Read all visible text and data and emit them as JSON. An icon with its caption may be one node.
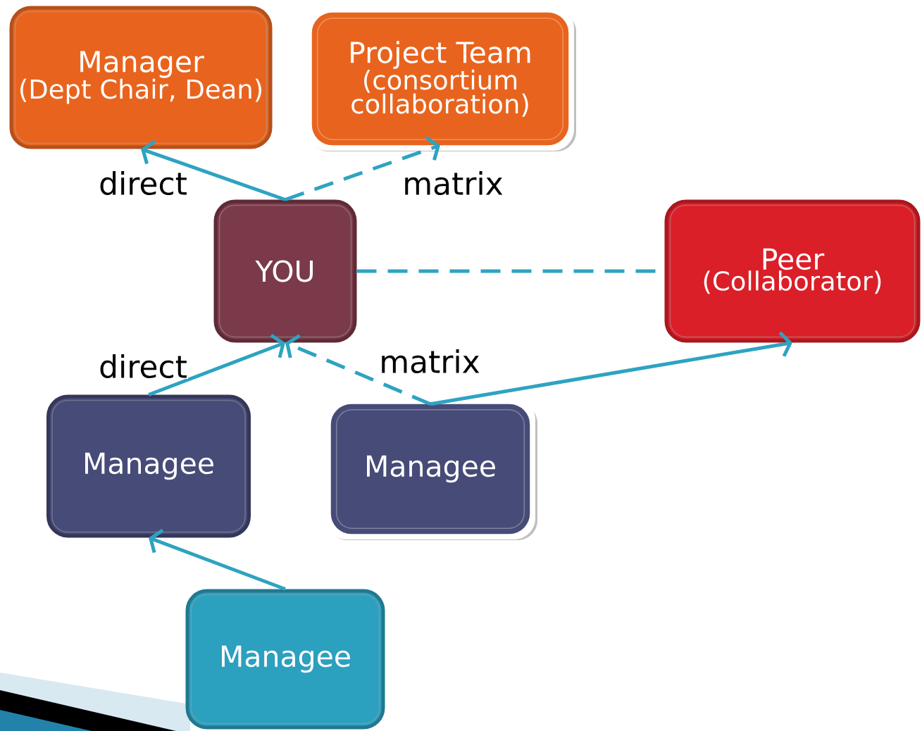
{
  "diagram": {
    "nodes": [
      {
        "text": [
          "Manager",
          "(Dept Chair, Dean)"
        ]
      },
      {
        "text": [
          "Project Team",
          "(consortium collaboration)"
        ]
      },
      {
        "text": [
          "YOU"
        ]
      },
      {
        "text": [
          "Peer",
          "(Collaborator)"
        ]
      },
      {
        "text": [
          "Managee"
        ]
      },
      {
        "text": [
          "Managee"
        ]
      },
      {
        "text": [
          "Managee"
        ]
      }
    ],
    "edges": [
      {
        "from": 2,
        "to": 0,
        "arrow": "to",
        "label": "direct"
      },
      {
        "from": 2,
        "to": 1,
        "arrow": "to",
        "label": "matrix",
        "style": "dashed"
      },
      {
        "from": 2,
        "to": 3,
        "arrow": "none",
        "style": "dashed"
      },
      {
        "from": 4,
        "to": 2,
        "arrow": "to",
        "label": "direct"
      },
      {
        "from": 5,
        "to": 2,
        "arrow": "to",
        "label": "matrix",
        "style": "dashed"
      },
      {
        "from": 5,
        "to": 3,
        "arrow": "to"
      },
      {
        "from": 6,
        "to": 4,
        "arrow": "to"
      }
    ]
  }
}
